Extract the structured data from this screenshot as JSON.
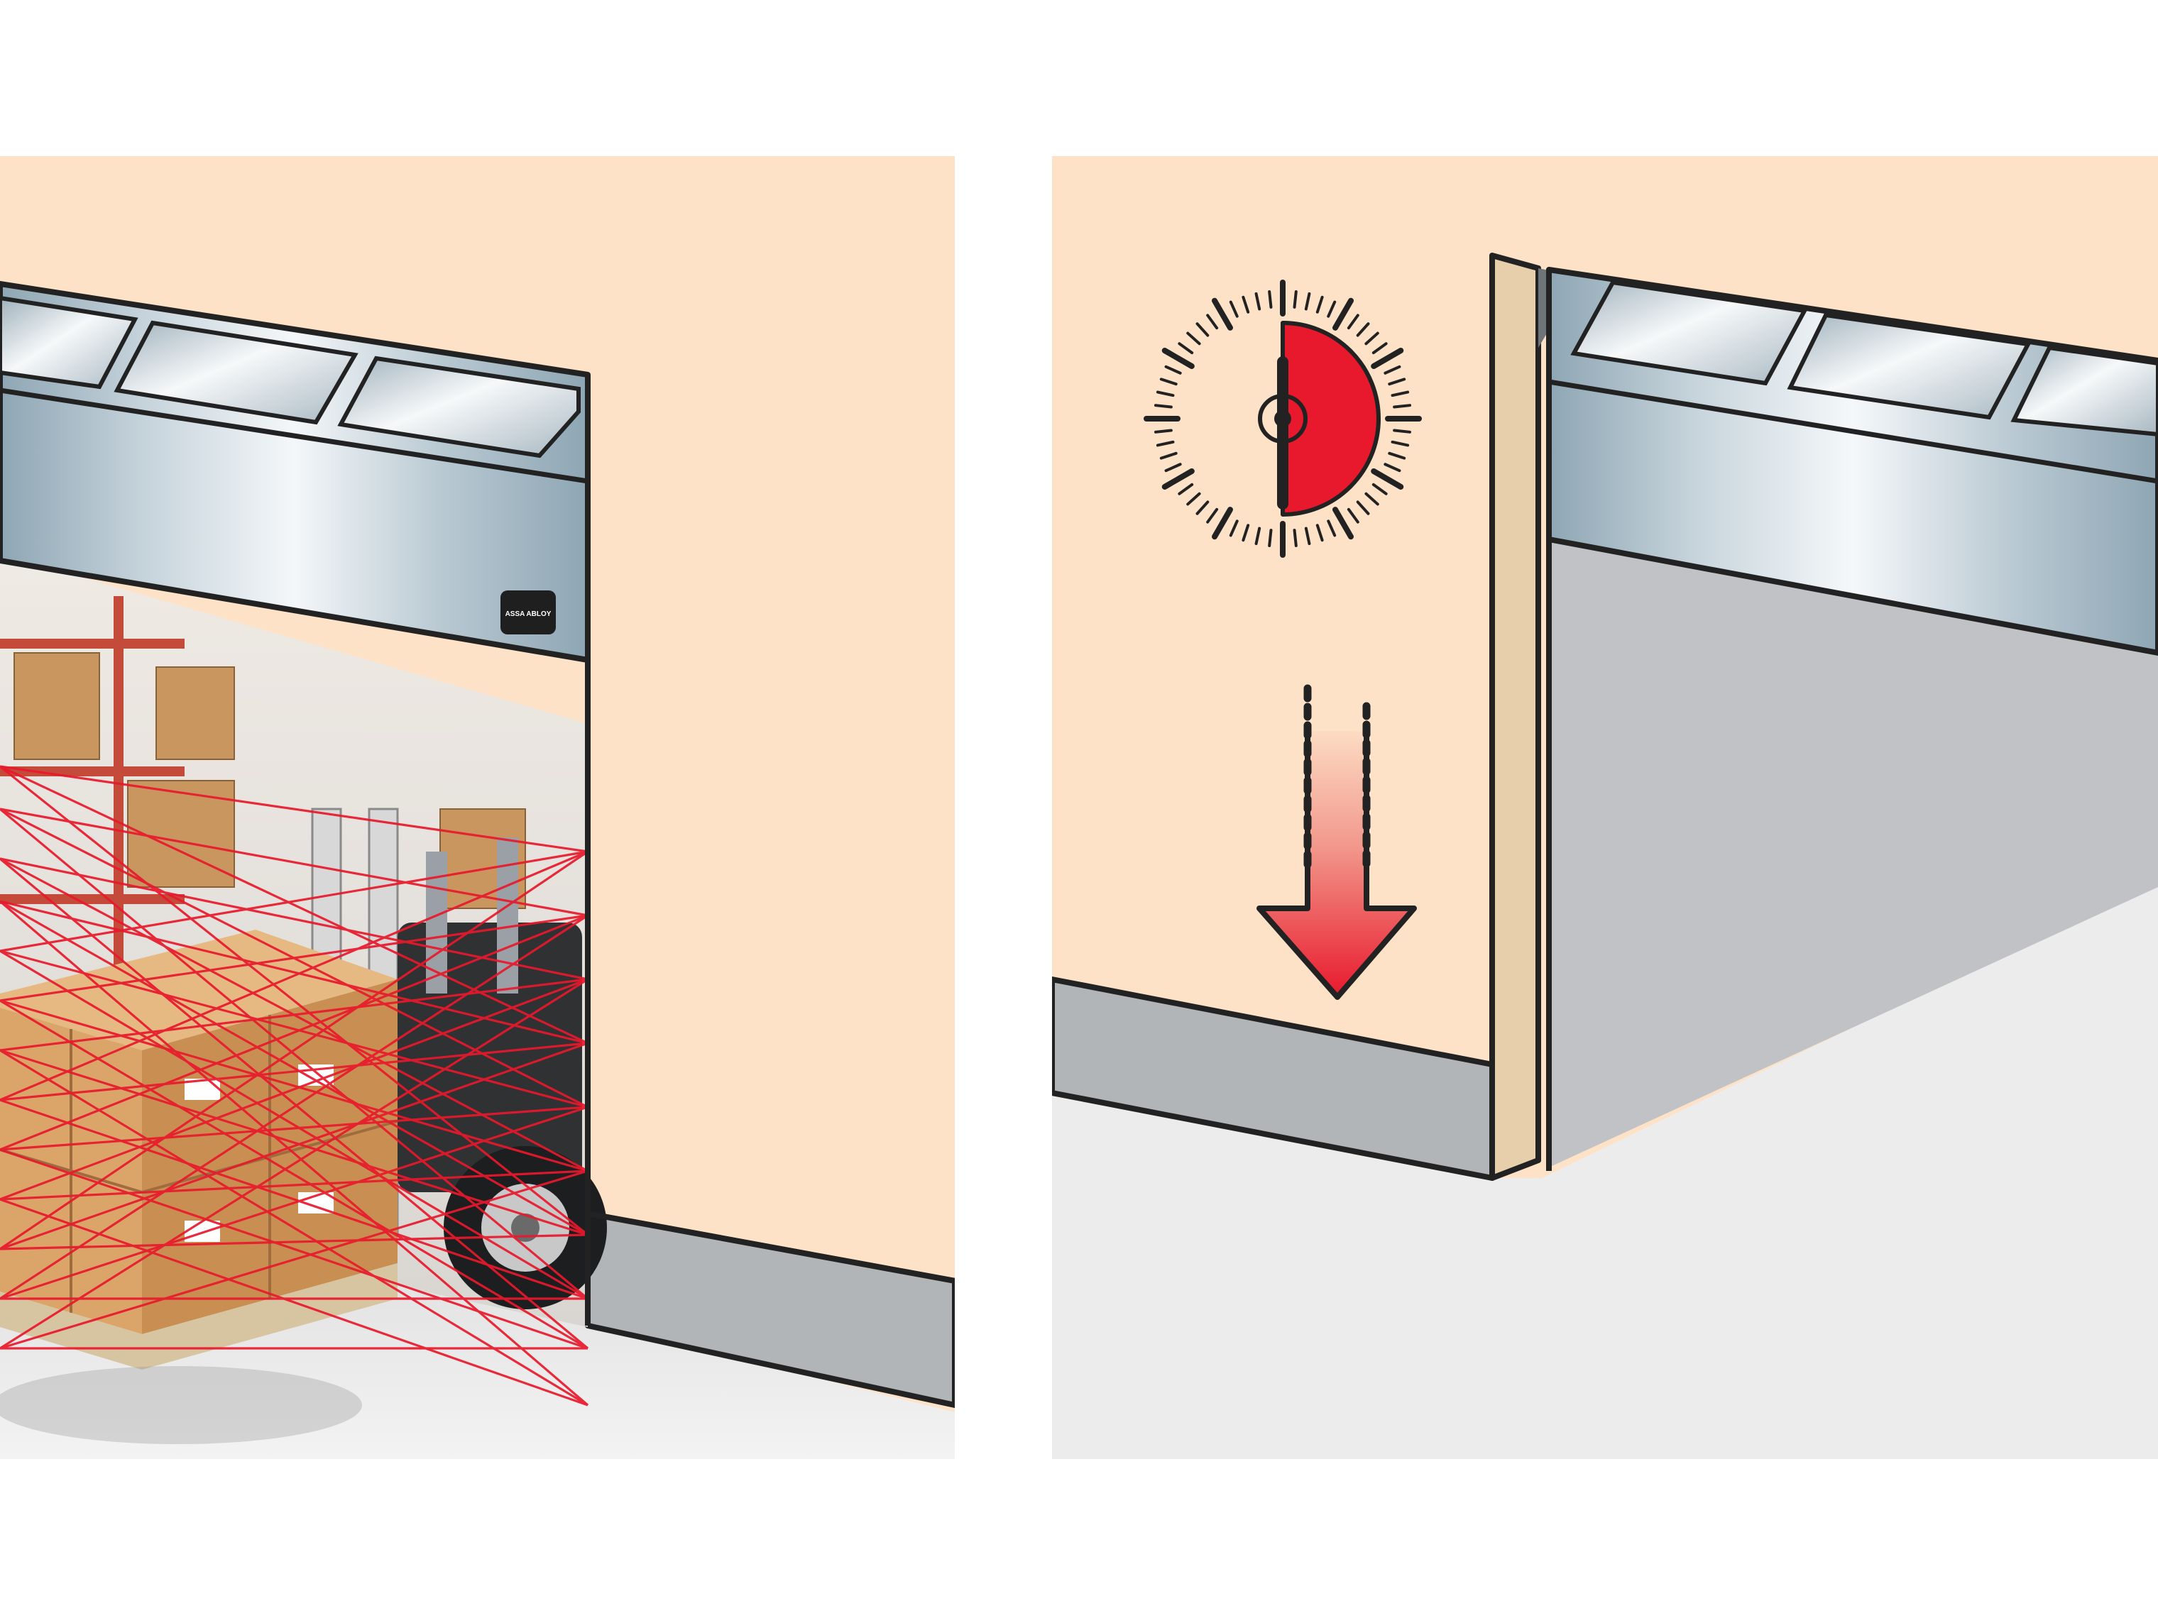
{
  "brand": {
    "badge_text": "ASSA ABLOY"
  },
  "colors": {
    "wall": "#fde2c8",
    "outline": "#222222",
    "baseboard": "#b2b5b8",
    "floor": "#ececec",
    "dock_floor": "#c1c2c5",
    "door_metal_light": "#eef2f5",
    "door_metal_dark": "#8ea6b4",
    "beam": "#e8192c",
    "timer": "#e8192c",
    "box": "#c9965f",
    "frame_post": "#e8cfab"
  },
  "panels": [
    {
      "id": "left",
      "icons": [
        "door-panel-icon",
        "laser-beam-icon",
        "forklift-icon",
        "pallet-boxes-icon"
      ]
    },
    {
      "id": "right",
      "icons": [
        "door-panel-icon",
        "timer-icon",
        "down-arrow-icon"
      ]
    }
  ],
  "timer": {
    "elapsed_fraction": 0.5
  }
}
